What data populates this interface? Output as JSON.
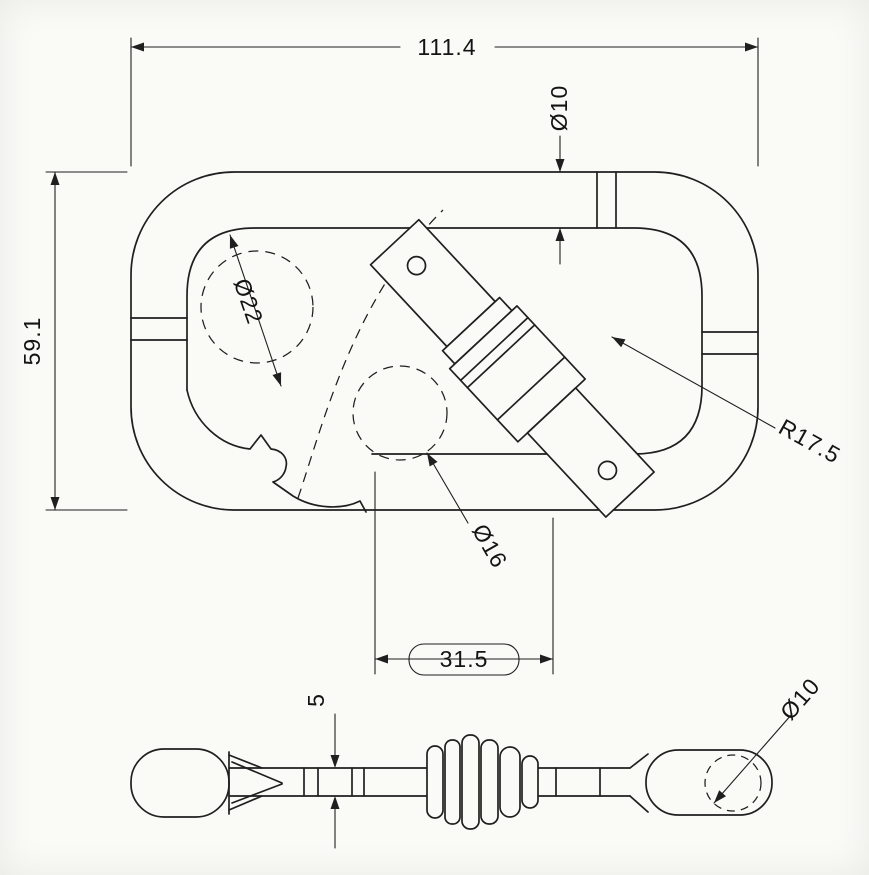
{
  "drawing": {
    "subject": "Carabiner dimensioned engineering drawing, front and side views",
    "front_view": {
      "overall_width": "111.4",
      "overall_height": "59.1",
      "bar_diameter": "Ø10",
      "spine_circle_diameter": "Ø22",
      "gate_root_diameter": "Ø16",
      "end_radius": "R17.5",
      "gate_opening_span": "31.5"
    },
    "side_view": {
      "web_thickness": "5",
      "end_bar_diameter": "Ø10"
    },
    "colors": {
      "ink": "#1f1f1f",
      "paper": "#fafaf7"
    }
  }
}
